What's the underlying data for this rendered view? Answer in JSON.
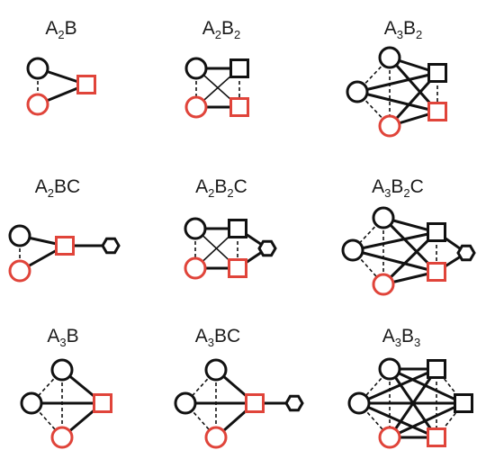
{
  "colors": {
    "black": "#111111",
    "red": "#e0443a"
  },
  "panels": [
    {
      "id": "A2B",
      "title": [
        {
          "t": "A"
        },
        {
          "t": "2",
          "sub": true
        },
        {
          "t": "B"
        }
      ],
      "nodes": [
        {
          "id": "a1",
          "shape": "circle",
          "color": "black"
        },
        {
          "id": "a2",
          "shape": "circle",
          "color": "red"
        },
        {
          "id": "b1",
          "shape": "square",
          "color": "red"
        }
      ],
      "edges": [
        {
          "from": "a1",
          "to": "a2",
          "style": "dash"
        },
        {
          "from": "a1",
          "to": "b1",
          "style": "solid"
        },
        {
          "from": "a2",
          "to": "b1",
          "style": "solid"
        }
      ]
    },
    {
      "id": "A2B2",
      "title": [
        {
          "t": "A"
        },
        {
          "t": "2",
          "sub": true
        },
        {
          "t": "B"
        },
        {
          "t": "2",
          "sub": true
        }
      ],
      "nodes": [
        {
          "id": "a1",
          "shape": "circle",
          "color": "black"
        },
        {
          "id": "a2",
          "shape": "circle",
          "color": "red"
        },
        {
          "id": "b1",
          "shape": "square",
          "color": "black"
        },
        {
          "id": "b2",
          "shape": "square",
          "color": "red"
        }
      ],
      "edges": [
        {
          "from": "a1",
          "to": "a2",
          "style": "dash"
        },
        {
          "from": "b1",
          "to": "b2",
          "style": "dash"
        },
        {
          "from": "a1",
          "to": "b1",
          "style": "solid"
        },
        {
          "from": "a2",
          "to": "b2",
          "style": "solid"
        },
        {
          "from": "a1",
          "to": "b2",
          "style": "thin"
        },
        {
          "from": "a2",
          "to": "b1",
          "style": "thin"
        }
      ]
    },
    {
      "id": "A3B2",
      "title": [
        {
          "t": "A"
        },
        {
          "t": "3",
          "sub": true
        },
        {
          "t": "B"
        },
        {
          "t": "2",
          "sub": true
        }
      ],
      "nodes": [
        {
          "id": "a1",
          "shape": "circle",
          "color": "black"
        },
        {
          "id": "a2",
          "shape": "circle",
          "color": "black"
        },
        {
          "id": "a3",
          "shape": "circle",
          "color": "red"
        },
        {
          "id": "b1",
          "shape": "square",
          "color": "black"
        },
        {
          "id": "b2",
          "shape": "square",
          "color": "red"
        }
      ],
      "edges": [
        {
          "from": "a1",
          "to": "a2",
          "style": "dash"
        },
        {
          "from": "a2",
          "to": "a3",
          "style": "dash"
        },
        {
          "from": "a1",
          "to": "a3",
          "style": "dash"
        },
        {
          "from": "b1",
          "to": "b2",
          "style": "dash"
        },
        {
          "from": "a1",
          "to": "b1",
          "style": "solid"
        },
        {
          "from": "a1",
          "to": "b2",
          "style": "solid"
        },
        {
          "from": "a2",
          "to": "b1",
          "style": "solid"
        },
        {
          "from": "a2",
          "to": "b2",
          "style": "solid"
        },
        {
          "from": "a3",
          "to": "b1",
          "style": "solid"
        },
        {
          "from": "a3",
          "to": "b2",
          "style": "solid"
        }
      ]
    },
    {
      "id": "A2BC",
      "title": [
        {
          "t": "A"
        },
        {
          "t": "2",
          "sub": true
        },
        {
          "t": "BC"
        }
      ],
      "nodes": [
        {
          "id": "a1",
          "shape": "circle",
          "color": "black"
        },
        {
          "id": "a2",
          "shape": "circle",
          "color": "red"
        },
        {
          "id": "b1",
          "shape": "square",
          "color": "red"
        },
        {
          "id": "c1",
          "shape": "hexagon",
          "color": "black"
        }
      ],
      "edges": [
        {
          "from": "a1",
          "to": "a2",
          "style": "dash"
        },
        {
          "from": "a1",
          "to": "b1",
          "style": "solid"
        },
        {
          "from": "a2",
          "to": "b1",
          "style": "solid"
        },
        {
          "from": "b1",
          "to": "c1",
          "style": "solid"
        }
      ]
    },
    {
      "id": "A2B2C",
      "title": [
        {
          "t": "A"
        },
        {
          "t": "2",
          "sub": true
        },
        {
          "t": "B"
        },
        {
          "t": "2",
          "sub": true
        },
        {
          "t": "C"
        }
      ],
      "nodes": [
        {
          "id": "a1",
          "shape": "circle",
          "color": "black"
        },
        {
          "id": "a2",
          "shape": "circle",
          "color": "red"
        },
        {
          "id": "b1",
          "shape": "square",
          "color": "black"
        },
        {
          "id": "b2",
          "shape": "square",
          "color": "red"
        },
        {
          "id": "c1",
          "shape": "hexagon",
          "color": "black"
        }
      ],
      "edges": [
        {
          "from": "a1",
          "to": "a2",
          "style": "dash"
        },
        {
          "from": "b1",
          "to": "b2",
          "style": "dash"
        },
        {
          "from": "a1",
          "to": "b1",
          "style": "solid"
        },
        {
          "from": "a2",
          "to": "b2",
          "style": "solid"
        },
        {
          "from": "a1",
          "to": "b2",
          "style": "thin"
        },
        {
          "from": "a2",
          "to": "b1",
          "style": "thin"
        },
        {
          "from": "b1",
          "to": "c1",
          "style": "solid"
        },
        {
          "from": "b2",
          "to": "c1",
          "style": "solid"
        }
      ]
    },
    {
      "id": "A3B2C",
      "title": [
        {
          "t": "A"
        },
        {
          "t": "3",
          "sub": true
        },
        {
          "t": "B"
        },
        {
          "t": "2",
          "sub": true
        },
        {
          "t": "C"
        }
      ],
      "nodes": [
        {
          "id": "a1",
          "shape": "circle",
          "color": "black"
        },
        {
          "id": "a2",
          "shape": "circle",
          "color": "black"
        },
        {
          "id": "a3",
          "shape": "circle",
          "color": "red"
        },
        {
          "id": "b1",
          "shape": "square",
          "color": "black"
        },
        {
          "id": "b2",
          "shape": "square",
          "color": "red"
        },
        {
          "id": "c1",
          "shape": "hexagon",
          "color": "black"
        }
      ],
      "edges": [
        {
          "from": "a1",
          "to": "a2",
          "style": "dash"
        },
        {
          "from": "a2",
          "to": "a3",
          "style": "dash"
        },
        {
          "from": "a1",
          "to": "a3",
          "style": "dash"
        },
        {
          "from": "b1",
          "to": "b2",
          "style": "dash"
        },
        {
          "from": "a1",
          "to": "b1",
          "style": "solid"
        },
        {
          "from": "a1",
          "to": "b2",
          "style": "solid"
        },
        {
          "from": "a2",
          "to": "b1",
          "style": "solid"
        },
        {
          "from": "a2",
          "to": "b2",
          "style": "solid"
        },
        {
          "from": "a3",
          "to": "b1",
          "style": "solid"
        },
        {
          "from": "a3",
          "to": "b2",
          "style": "solid"
        },
        {
          "from": "b1",
          "to": "c1",
          "style": "solid"
        },
        {
          "from": "b2",
          "to": "c1",
          "style": "solid"
        }
      ]
    },
    {
      "id": "A3B",
      "title": [
        {
          "t": "A"
        },
        {
          "t": "3",
          "sub": true
        },
        {
          "t": "B"
        }
      ],
      "nodes": [
        {
          "id": "a1",
          "shape": "circle",
          "color": "black"
        },
        {
          "id": "a2",
          "shape": "circle",
          "color": "black"
        },
        {
          "id": "a3",
          "shape": "circle",
          "color": "red"
        },
        {
          "id": "b1",
          "shape": "square",
          "color": "red"
        }
      ],
      "edges": [
        {
          "from": "a1",
          "to": "a2",
          "style": "dash"
        },
        {
          "from": "a2",
          "to": "a3",
          "style": "dash"
        },
        {
          "from": "a1",
          "to": "a3",
          "style": "dash"
        },
        {
          "from": "a1",
          "to": "b1",
          "style": "solid"
        },
        {
          "from": "a2",
          "to": "b1",
          "style": "solid"
        },
        {
          "from": "a3",
          "to": "b1",
          "style": "solid"
        }
      ]
    },
    {
      "id": "A3BC",
      "title": [
        {
          "t": "A"
        },
        {
          "t": "3",
          "sub": true
        },
        {
          "t": "BC"
        }
      ],
      "nodes": [
        {
          "id": "a1",
          "shape": "circle",
          "color": "black"
        },
        {
          "id": "a2",
          "shape": "circle",
          "color": "black"
        },
        {
          "id": "a3",
          "shape": "circle",
          "color": "red"
        },
        {
          "id": "b1",
          "shape": "square",
          "color": "red"
        },
        {
          "id": "c1",
          "shape": "hexagon",
          "color": "black"
        }
      ],
      "edges": [
        {
          "from": "a1",
          "to": "a2",
          "style": "dash"
        },
        {
          "from": "a2",
          "to": "a3",
          "style": "dash"
        },
        {
          "from": "a1",
          "to": "a3",
          "style": "dash"
        },
        {
          "from": "a1",
          "to": "b1",
          "style": "solid"
        },
        {
          "from": "a2",
          "to": "b1",
          "style": "solid"
        },
        {
          "from": "a3",
          "to": "b1",
          "style": "solid"
        },
        {
          "from": "b1",
          "to": "c1",
          "style": "solid"
        }
      ]
    },
    {
      "id": "A3B3",
      "title": [
        {
          "t": "A"
        },
        {
          "t": "3",
          "sub": true
        },
        {
          "t": "B"
        },
        {
          "t": "3",
          "sub": true
        }
      ],
      "nodes": [
        {
          "id": "a1",
          "shape": "circle",
          "color": "black"
        },
        {
          "id": "a2",
          "shape": "circle",
          "color": "black"
        },
        {
          "id": "a3",
          "shape": "circle",
          "color": "red"
        },
        {
          "id": "b1",
          "shape": "square",
          "color": "black"
        },
        {
          "id": "b2",
          "shape": "square",
          "color": "black"
        },
        {
          "id": "b3",
          "shape": "square",
          "color": "red"
        }
      ],
      "edges": [
        {
          "from": "a1",
          "to": "a2",
          "style": "dash"
        },
        {
          "from": "a2",
          "to": "a3",
          "style": "dash"
        },
        {
          "from": "a1",
          "to": "a3",
          "style": "dash"
        },
        {
          "from": "b1",
          "to": "b2",
          "style": "dash"
        },
        {
          "from": "b2",
          "to": "b3",
          "style": "dash"
        },
        {
          "from": "b1",
          "to": "b3",
          "style": "dash"
        },
        {
          "from": "a1",
          "to": "b1",
          "style": "solid"
        },
        {
          "from": "a1",
          "to": "b2",
          "style": "solid"
        },
        {
          "from": "a1",
          "to": "b3",
          "style": "solid"
        },
        {
          "from": "a2",
          "to": "b1",
          "style": "solid"
        },
        {
          "from": "a2",
          "to": "b2",
          "style": "solid"
        },
        {
          "from": "a2",
          "to": "b3",
          "style": "solid"
        },
        {
          "from": "a3",
          "to": "b1",
          "style": "solid"
        },
        {
          "from": "a3",
          "to": "b2",
          "style": "solid"
        },
        {
          "from": "a3",
          "to": "b3",
          "style": "solid"
        }
      ]
    }
  ]
}
